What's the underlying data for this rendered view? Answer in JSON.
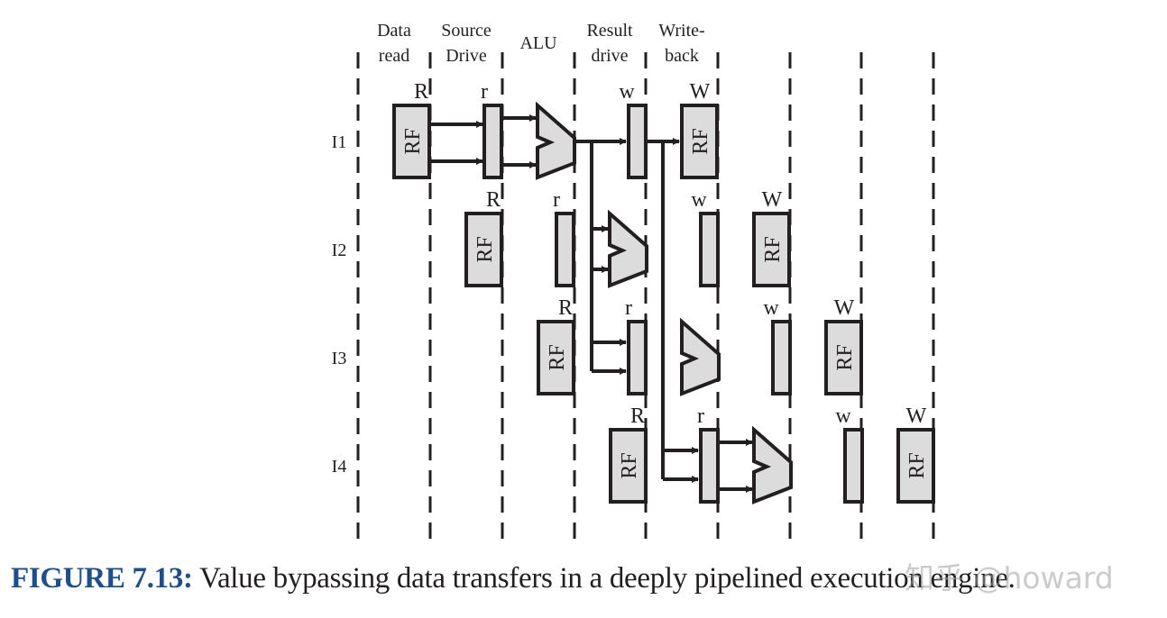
{
  "colors": {
    "stroke": "#231f20",
    "block_fill": "#dcdcdc",
    "caption_label": "#1f4e8c",
    "watermark": "#a0a0a0"
  },
  "stages": [
    {
      "line1": "Data",
      "line2": "read"
    },
    {
      "line1": "Source",
      "line2": "Drive"
    },
    {
      "line1": "ALU",
      "line2": ""
    },
    {
      "line1": "Result",
      "line2": "drive"
    },
    {
      "line1": "Write-",
      "line2": "back"
    }
  ],
  "instructions": [
    "I1",
    "I2",
    "I3",
    "I4"
  ],
  "block_labels": {
    "register_file": "RF",
    "read_port": "R",
    "source_latch": "r",
    "result_latch": "w",
    "write_port": "W"
  },
  "caption": {
    "label": "FIGURE 7.13:",
    "text": " Value bypassing data transfers in a deeply pipelined execution engine."
  },
  "watermark": "知乎 @howard"
}
